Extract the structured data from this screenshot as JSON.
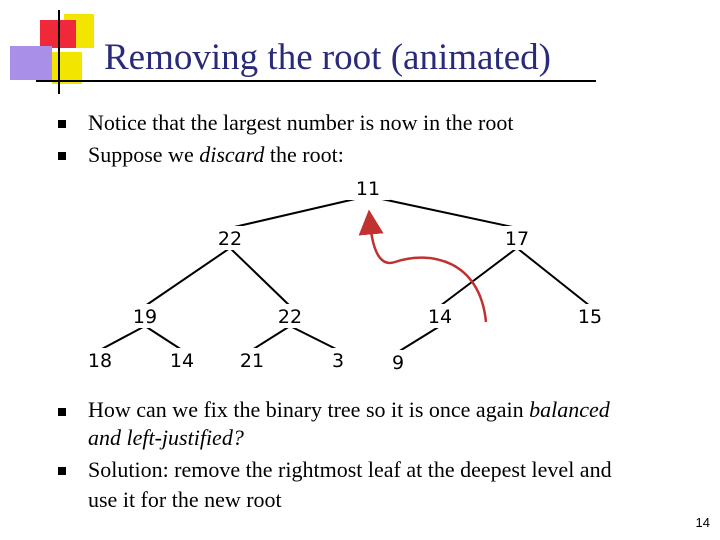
{
  "slide": {
    "title": "Removing the root (animated)",
    "page_number": "14"
  },
  "bullets_top": [
    {
      "text": "Notice that the largest number is now in the root"
    },
    {
      "pre": "Suppose we ",
      "em": "discard",
      "post": " the root:"
    }
  ],
  "tree": {
    "nodes": [
      {
        "id": "root",
        "label": "11"
      },
      {
        "id": "l",
        "label": "22"
      },
      {
        "id": "r",
        "label": "17"
      },
      {
        "id": "ll",
        "label": "19"
      },
      {
        "id": "lr",
        "label": "22"
      },
      {
        "id": "rl",
        "label": "14"
      },
      {
        "id": "rr",
        "label": "15"
      },
      {
        "id": "lll",
        "label": "18"
      },
      {
        "id": "llr",
        "label": "14"
      },
      {
        "id": "lrl",
        "label": "21"
      },
      {
        "id": "lrr",
        "label": "3"
      },
      {
        "id": "rll",
        "label": "9"
      }
    ]
  },
  "bullets_bottom": [
    {
      "pre": "How can we fix the binary tree so it is once again ",
      "em1": "balanced",
      "mid": "",
      "em2": "and left-justified?"
    },
    {
      "line1": "Solution: remove the rightmost leaf at the deepest level and",
      "line2": "use it for the new root"
    }
  ],
  "colors": {
    "title": "#2a2a7a",
    "arrow": "#c0312f",
    "deco_yellow": "#f2e600",
    "deco_red": "#f0293a",
    "deco_purple": "#a98fe8"
  }
}
